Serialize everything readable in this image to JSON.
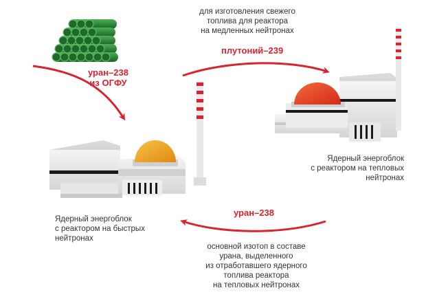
{
  "labels": {
    "top_note": [
      "для изготовления свежего",
      "топлива для реактора",
      "на медленных нейтронах"
    ],
    "plutonium": "плутоний–239",
    "uranium_ogfu": [
      "уран–238",
      "из ОГФУ"
    ],
    "thermal_reactor": [
      "Ядерный энергоблок",
      "с реактором на тепловых",
      "нейтронах"
    ],
    "fast_reactor": [
      "Ядерный энергоблок",
      "с реактором на быстрых",
      "нейтронах"
    ],
    "uranium_return": "уран–238",
    "bottom_note": [
      "основной изотоп в составе",
      "урана, выделенного",
      "из отработавшего ядерного",
      "топлива реактора",
      "на тепловых нейтронах"
    ]
  },
  "colors": {
    "arrow": "#d9232e",
    "pipes": "#2f8a3c",
    "fast_dome": "#f0a020",
    "thermal_dome": "#e8472a",
    "chimney_stripe": "#d9232e"
  }
}
